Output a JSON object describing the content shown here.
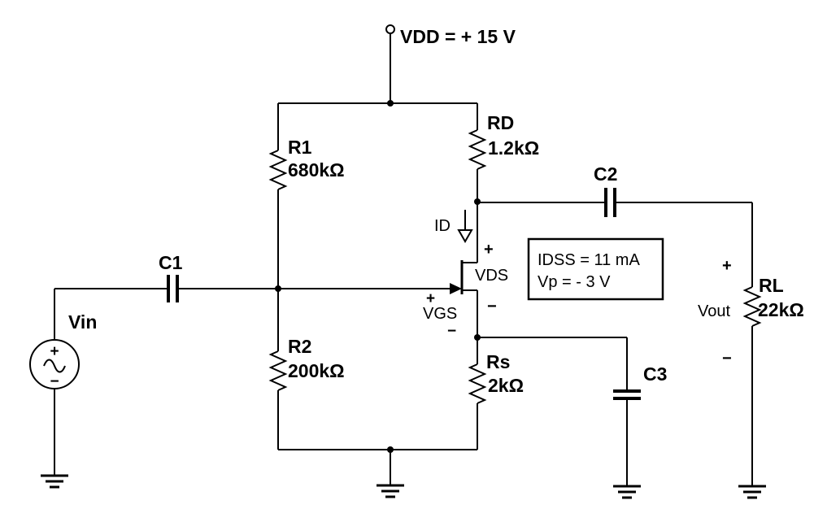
{
  "diagram": {
    "type": "circuit-schematic",
    "description": "JFET common-source amplifier",
    "supply_label": "VDD = + 15 V",
    "spec_box": {
      "line1": "IDSS = 11 mA",
      "line2": "Vp = - 3 V"
    },
    "components": {
      "r1": {
        "ref": "R1",
        "value": "680kΩ"
      },
      "r2": {
        "ref": "R2",
        "value": "200kΩ"
      },
      "rd": {
        "ref": "RD",
        "value": "1.2kΩ"
      },
      "rs": {
        "ref": "Rs",
        "value": "2kΩ"
      },
      "rl": {
        "ref": "RL",
        "value": "22kΩ"
      },
      "c1": {
        "ref": "C1"
      },
      "c2": {
        "ref": "C2"
      },
      "c3": {
        "ref": "C3"
      }
    },
    "sources": {
      "vin": {
        "label": "Vin",
        "plus": "+",
        "minus": "−"
      }
    },
    "signals": {
      "id": {
        "label": "ID"
      },
      "vds": {
        "label": "VDS",
        "plus": "+",
        "minus": "−"
      },
      "vgs": {
        "label": "VGS",
        "plus": "+",
        "minus": "−"
      },
      "vout": {
        "label": "Vout",
        "plus": "+",
        "minus": "−"
      }
    },
    "colors": {
      "line": "#000000",
      "background": "#ffffff"
    }
  }
}
